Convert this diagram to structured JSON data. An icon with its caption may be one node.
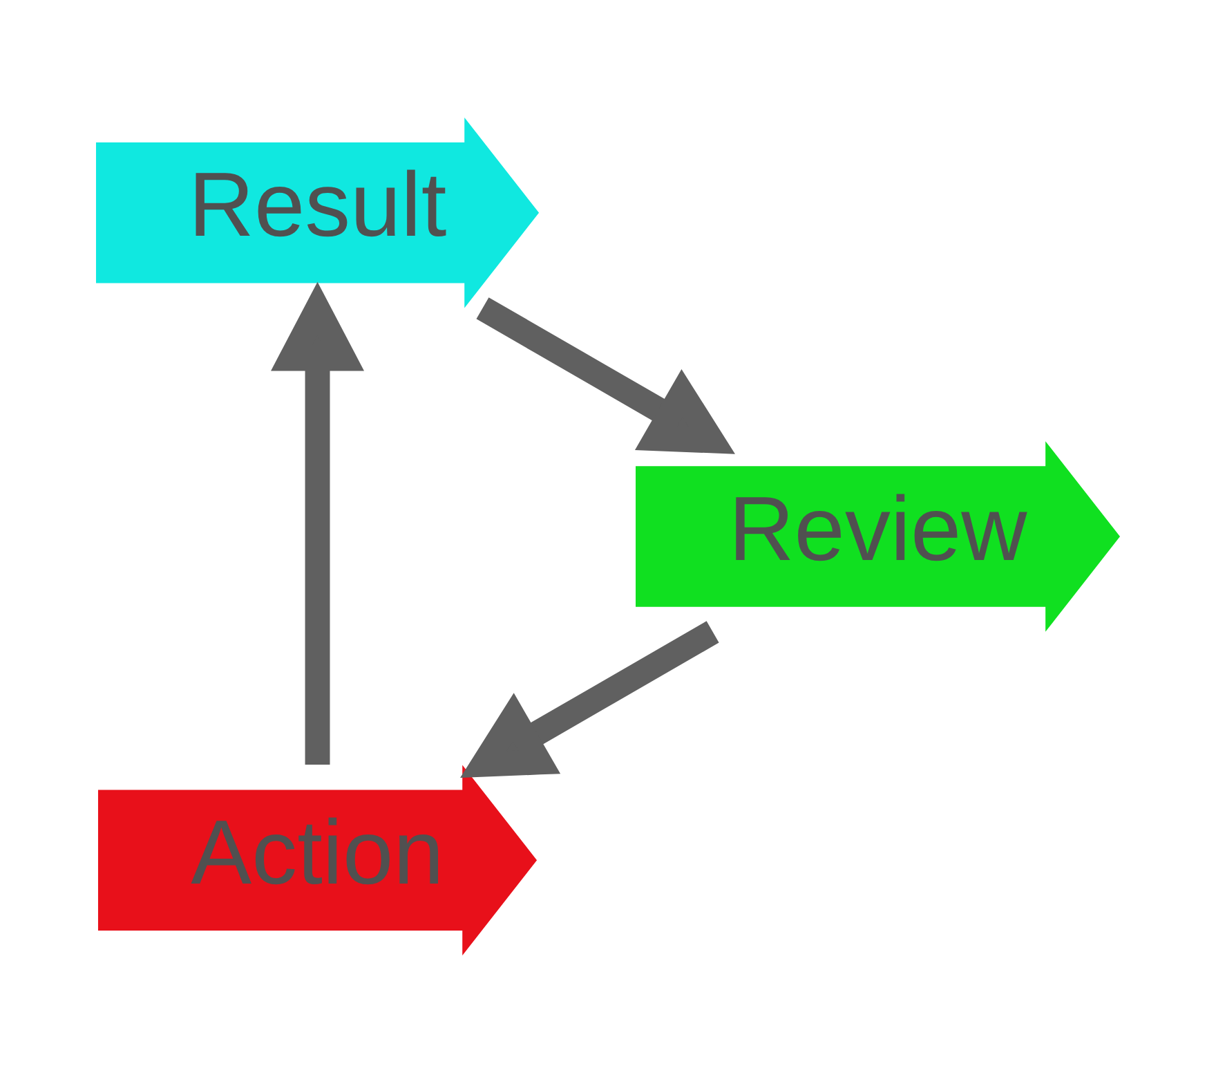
{
  "diagram": {
    "nodes": [
      {
        "text": [
          "Action"
        ]
      },
      {
        "text": [
          "Result"
        ]
      },
      {
        "text": [
          "Review"
        ]
      }
    ],
    "edges": [
      {
        "from": 0,
        "to": 1,
        "arrow": "to"
      },
      {
        "from": 1,
        "to": 2,
        "arrow": "to"
      },
      {
        "from": 2,
        "to": 0,
        "arrow": "to"
      }
    ]
  }
}
